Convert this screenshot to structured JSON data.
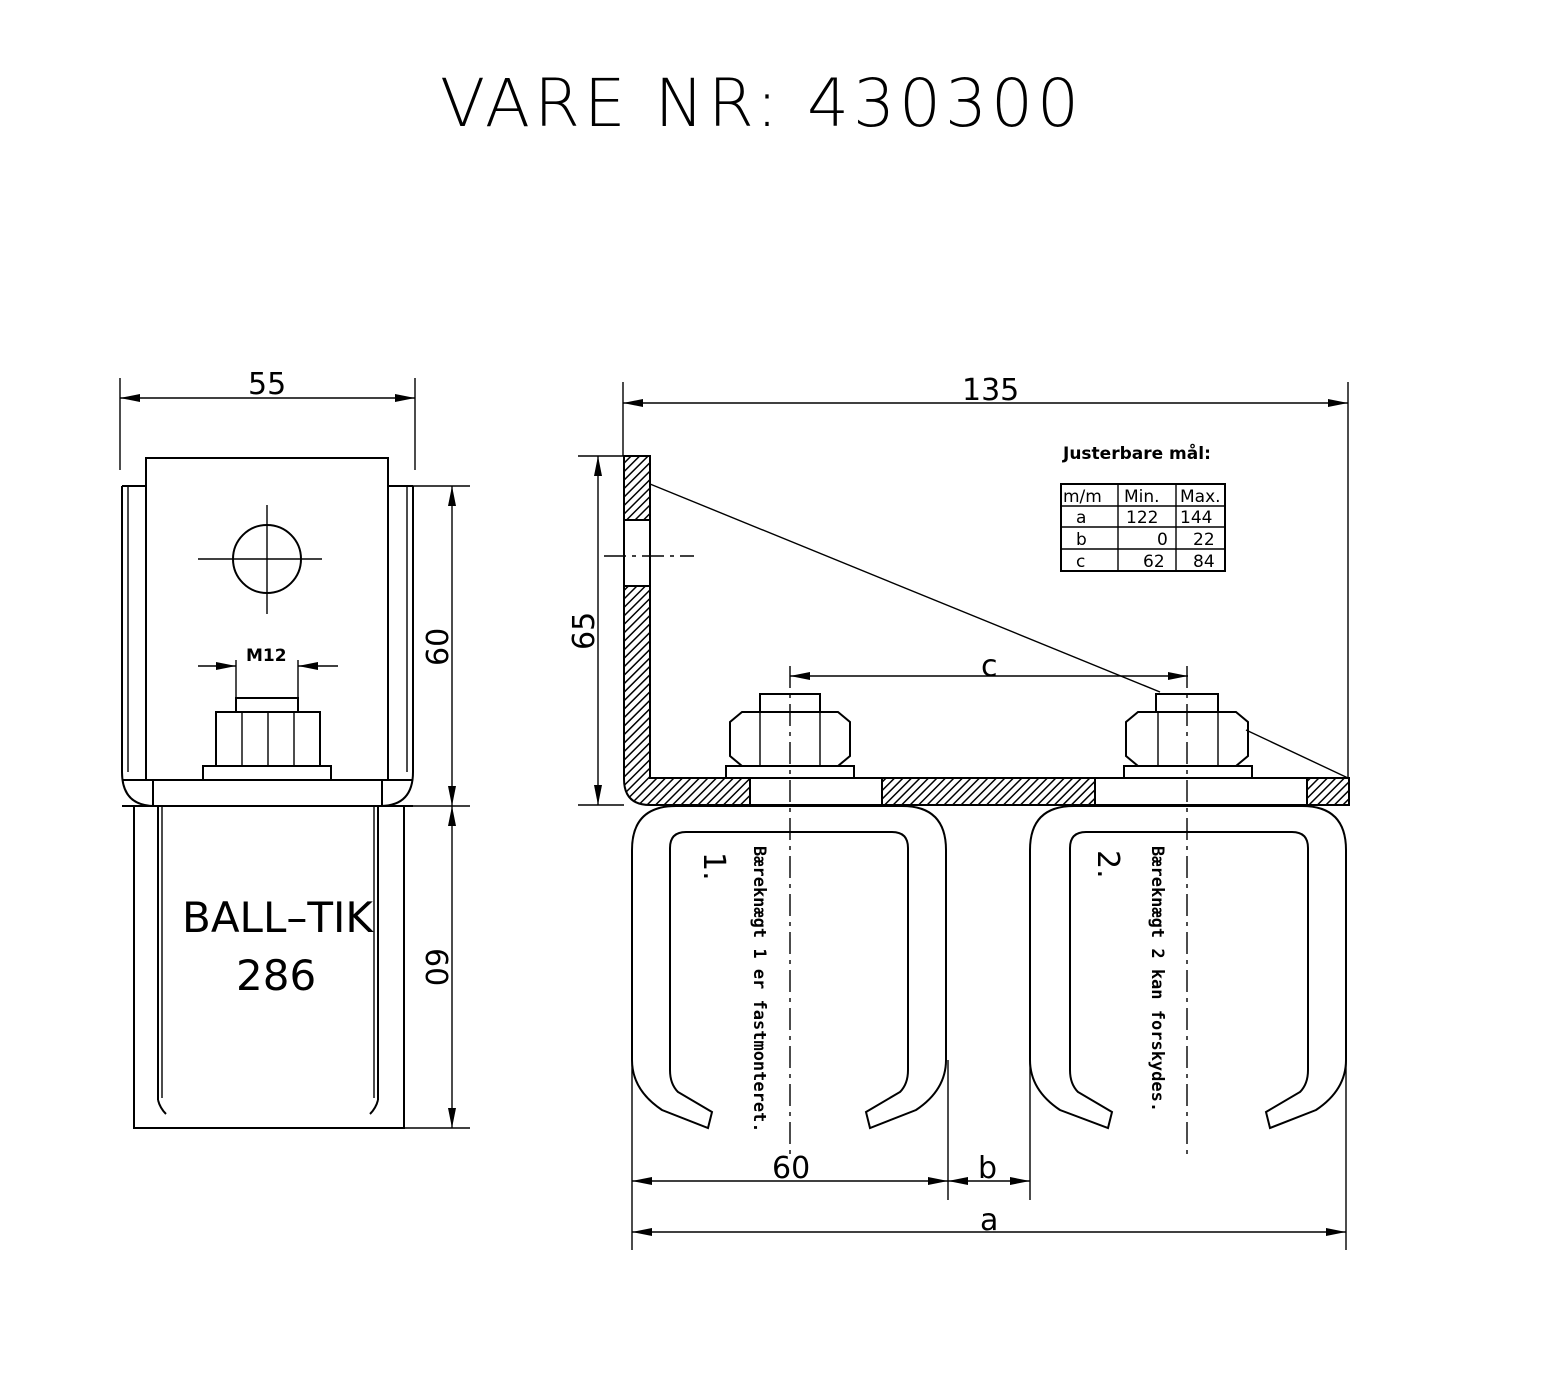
{
  "title": "VARE NR: 430300",
  "front_view": {
    "dim_width": "55",
    "dim_upper_height": "60",
    "dim_lower_height": "60",
    "thread_label": "M12",
    "product_line1": "BALL–TIK",
    "product_line2": "286"
  },
  "side_view": {
    "dim_total_width": "135",
    "dim_height": "65",
    "dim_c": "c",
    "dim_trolley_width": "60",
    "dim_b": "b",
    "dim_a": "a",
    "trolley1_number": "1.",
    "trolley2_number": "2.",
    "trolley1_note": "Bæreknægt 1 er fastmonteret.",
    "trolley2_note": "Bæreknægt 2 kan forskydes."
  },
  "table": {
    "heading": "Justerbare mål:",
    "headers": [
      "m/m",
      "Min.",
      "Max."
    ],
    "rows": [
      [
        "a",
        "122",
        "144"
      ],
      [
        "b",
        "0",
        "22"
      ],
      [
        "c",
        "62",
        "84"
      ]
    ]
  }
}
